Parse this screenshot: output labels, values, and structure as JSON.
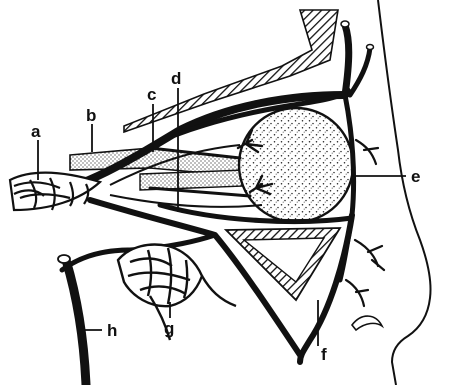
{
  "diagram": {
    "labels": {
      "a": "a",
      "b": "b",
      "c": "c",
      "d": "d",
      "e": "e",
      "f": "f",
      "g": "g",
      "h": "h"
    },
    "colors": {
      "ink": "#111111",
      "paper": "#ffffff",
      "speckle": "#222222"
    }
  }
}
